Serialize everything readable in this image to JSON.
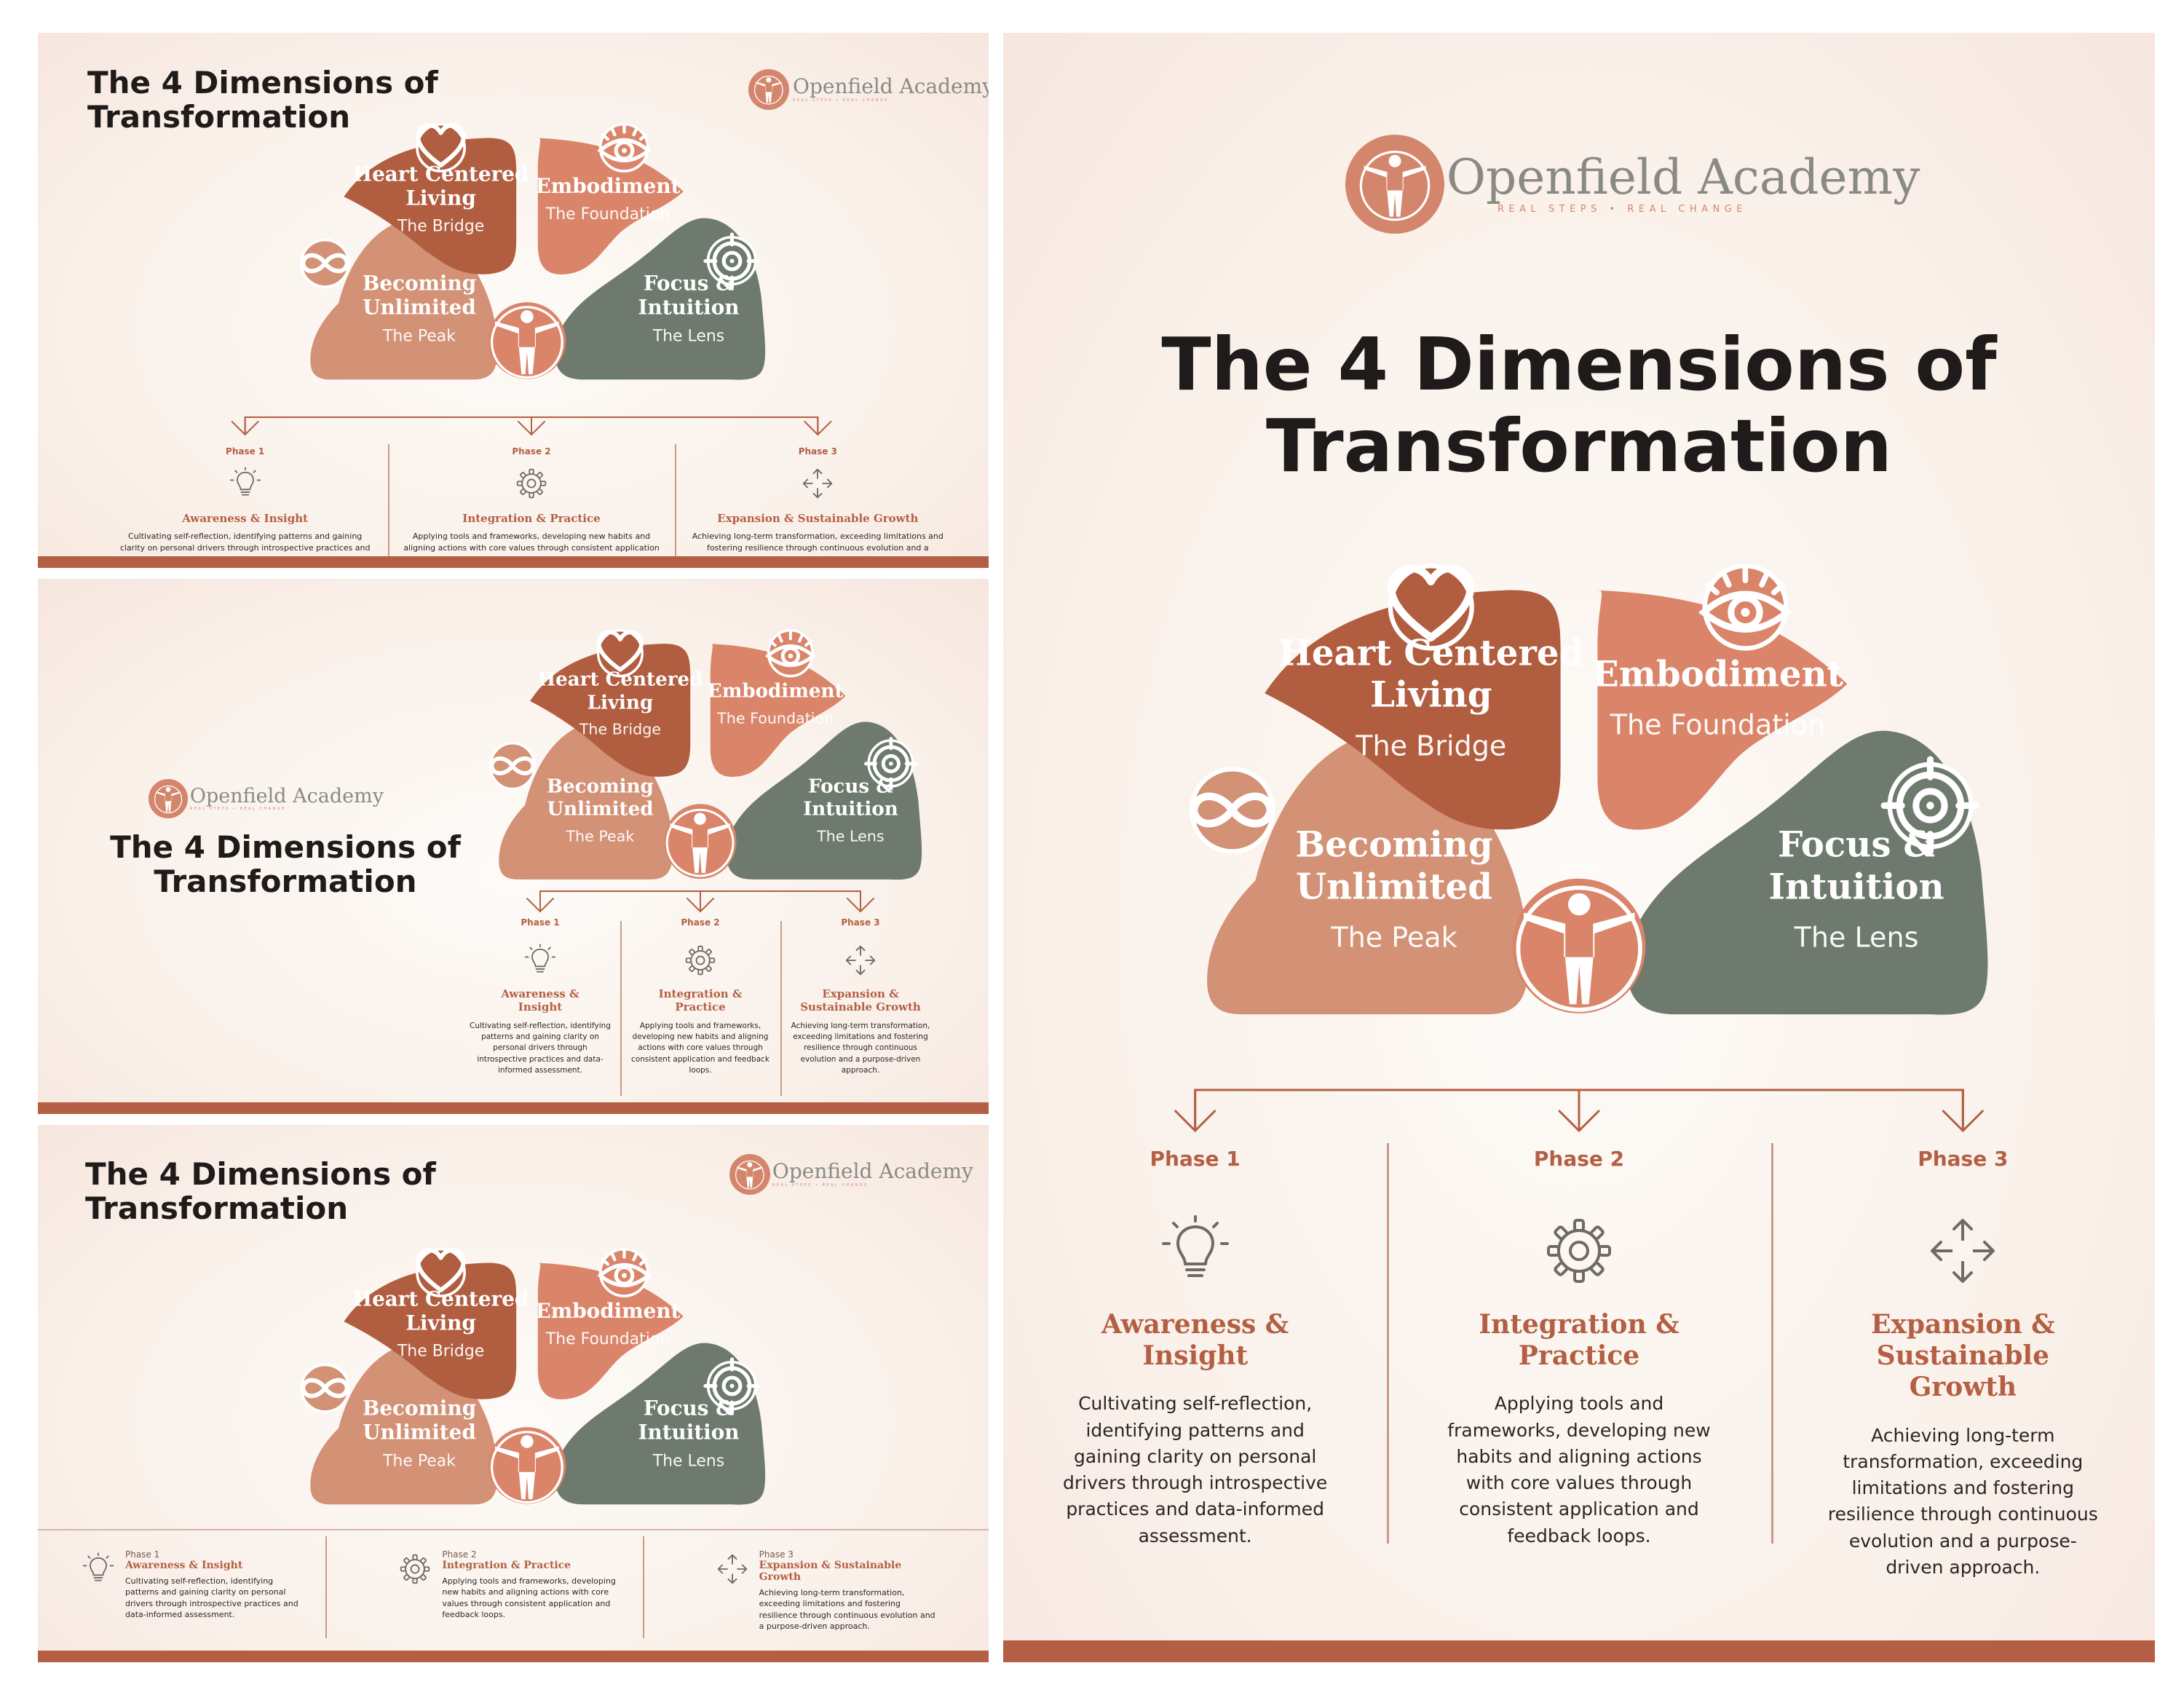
{
  "title": "The 4 Dimensions of\nTransformation",
  "logo": {
    "name": "Openfield Academy",
    "tagline": "REAL STEPS  •  REAL CHANGE"
  },
  "colors": {
    "peak": "#d39176",
    "bridge": "#b15d3f",
    "foundation": "#da8569",
    "lens": "#6d7a6d",
    "accent": "#b45f43",
    "bar": "#b45f43"
  },
  "dimensions": {
    "peak": {
      "title": "Becoming\nUnlimited",
      "subtitle": "The Peak",
      "icon": "infinity-icon"
    },
    "bridge": {
      "title": "Heart Centered\nLiving",
      "subtitle": "The Bridge",
      "icon": "heart-icon"
    },
    "foundation": {
      "title": "Embodiment",
      "subtitle": "The Foundation",
      "icon": "eye-icon"
    },
    "lens": {
      "title": "Focus &\nIntuition",
      "subtitle": "The Lens",
      "icon": "target-icon"
    }
  },
  "center_icon": "human-figure-icon",
  "phases": [
    {
      "label": "Phase 1",
      "title": "Awareness &\nInsight",
      "title_inline": "Awareness & Insight",
      "icon": "lightbulb-icon",
      "desc": "Cultivating self-reflection, identifying patterns and gaining clarity on personal drivers through introspective practices and data-informed assessment."
    },
    {
      "label": "Phase 2",
      "title": "Integration &\nPractice",
      "title_inline": "Integration & Practice",
      "icon": "gear-icon",
      "desc": "Applying tools and frameworks, developing new habits and aligning actions with core values through consistent application and feedback loops."
    },
    {
      "label": "Phase 3",
      "title": "Expansion &\nSustainable Growth",
      "title_inline": "Expansion & Sustainable Growth",
      "icon": "expand-arrows-icon",
      "desc": "Achieving long-term transformation, exceeding limitations and fostering resilience through continuous evolution and a purpose-driven approach."
    }
  ]
}
